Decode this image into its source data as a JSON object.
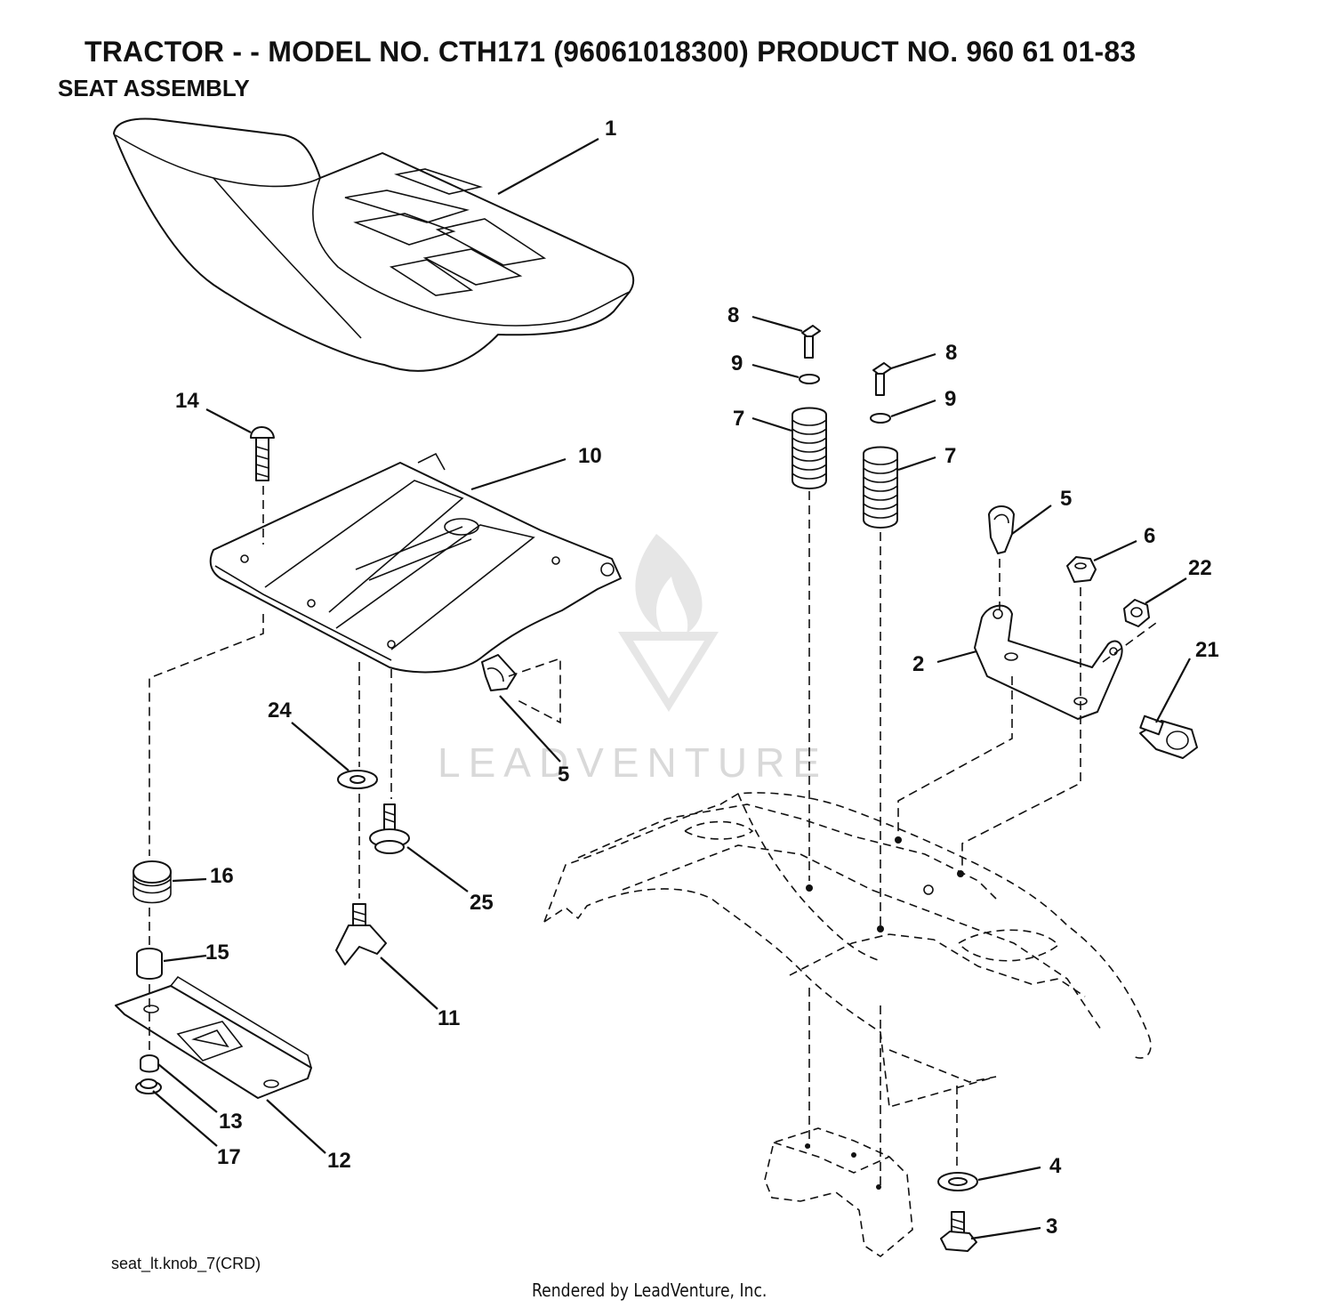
{
  "header": {
    "title": "TRACTOR - - MODEL NO. CTH171 (96061018300) PRODUCT NO. 960 61 01-83",
    "subtitle": "SEAT ASSEMBLY"
  },
  "callouts": [
    "1",
    "14",
    "10",
    "24",
    "5",
    "25",
    "16",
    "15",
    "11",
    "13",
    "17",
    "12",
    "8",
    "9",
    "7",
    "8",
    "9",
    "7",
    "5",
    "6",
    "22",
    "2",
    "21",
    "4",
    "3"
  ],
  "footer": {
    "file_reference": "seat_lt.knob_7(CRD)",
    "credit": "Rendered by LeadVenture, Inc."
  },
  "watermark": {
    "text": "LEADVENTURE"
  }
}
